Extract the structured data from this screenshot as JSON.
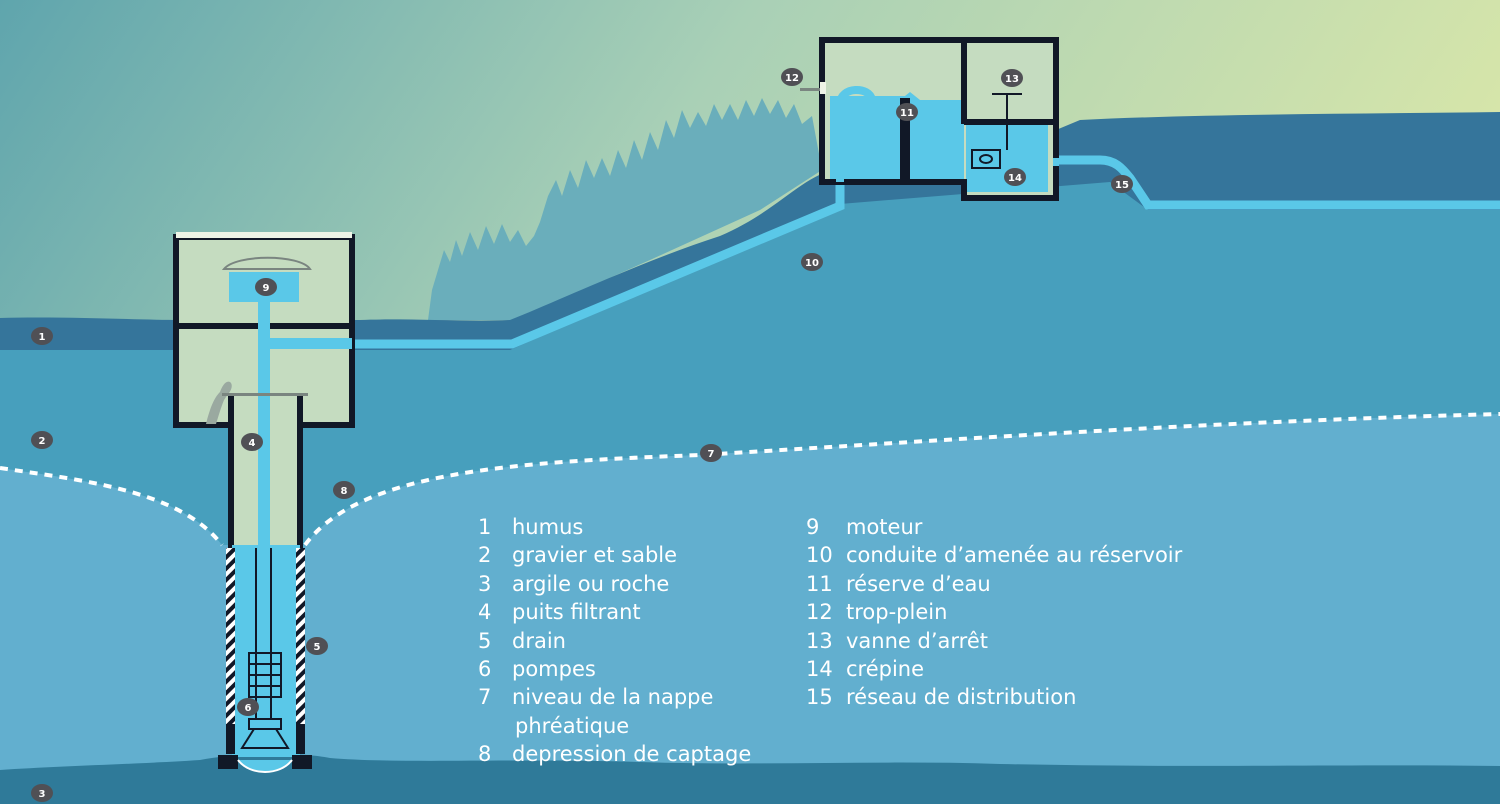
{
  "title": "Captage d'eau souterraine – puits filtrant et réservoir",
  "colors": {
    "sky_left": "#5fa5ad",
    "sky_mid": "#a9d0b6",
    "sky_right": "#dce8a8",
    "trees": "#6aaebb",
    "humus": "#35759b",
    "gravel": "#479fbd",
    "aquifer": "#62afcf",
    "clay": "#2f7a99",
    "pipe": "#5ac8e8",
    "wall": "#111827",
    "room": "#c5dcc0",
    "badge": "#505055"
  },
  "callouts": [
    {
      "id": "1",
      "label": "1"
    },
    {
      "id": "2",
      "label": "2"
    },
    {
      "id": "3",
      "label": "3"
    },
    {
      "id": "4",
      "label": "4"
    },
    {
      "id": "5",
      "label": "5"
    },
    {
      "id": "6",
      "label": "6"
    },
    {
      "id": "7",
      "label": "7"
    },
    {
      "id": "8",
      "label": "8"
    },
    {
      "id": "9",
      "label": "9"
    },
    {
      "id": "10",
      "label": "10"
    },
    {
      "id": "11",
      "label": "11"
    },
    {
      "id": "12",
      "label": "12"
    },
    {
      "id": "13",
      "label": "13"
    },
    {
      "id": "14",
      "label": "14"
    },
    {
      "id": "15",
      "label": "15"
    }
  ],
  "legend": {
    "left": [
      {
        "num": "1",
        "text": "humus"
      },
      {
        "num": "2",
        "text": "gravier et sable"
      },
      {
        "num": "3",
        "text": "argile ou roche"
      },
      {
        "num": "4",
        "text": "puits filtrant"
      },
      {
        "num": "5",
        "text": "drain"
      },
      {
        "num": "6",
        "text": "pompes"
      },
      {
        "num": "7",
        "text": "niveau de la nappe",
        "continuation": "phréatique"
      },
      {
        "num": "8",
        "text": "depression de captage"
      }
    ],
    "right": [
      {
        "num": "9",
        "text": "moteur"
      },
      {
        "num": "10",
        "text": "conduite d’amenée au réservoir"
      },
      {
        "num": "11",
        "text": "réserve d’eau"
      },
      {
        "num": "12",
        "text": "trop-plein"
      },
      {
        "num": "13",
        "text": "vanne d’arrêt"
      },
      {
        "num": "14",
        "text": "crépine"
      },
      {
        "num": "15",
        "text": "réseau de distribution"
      }
    ]
  }
}
